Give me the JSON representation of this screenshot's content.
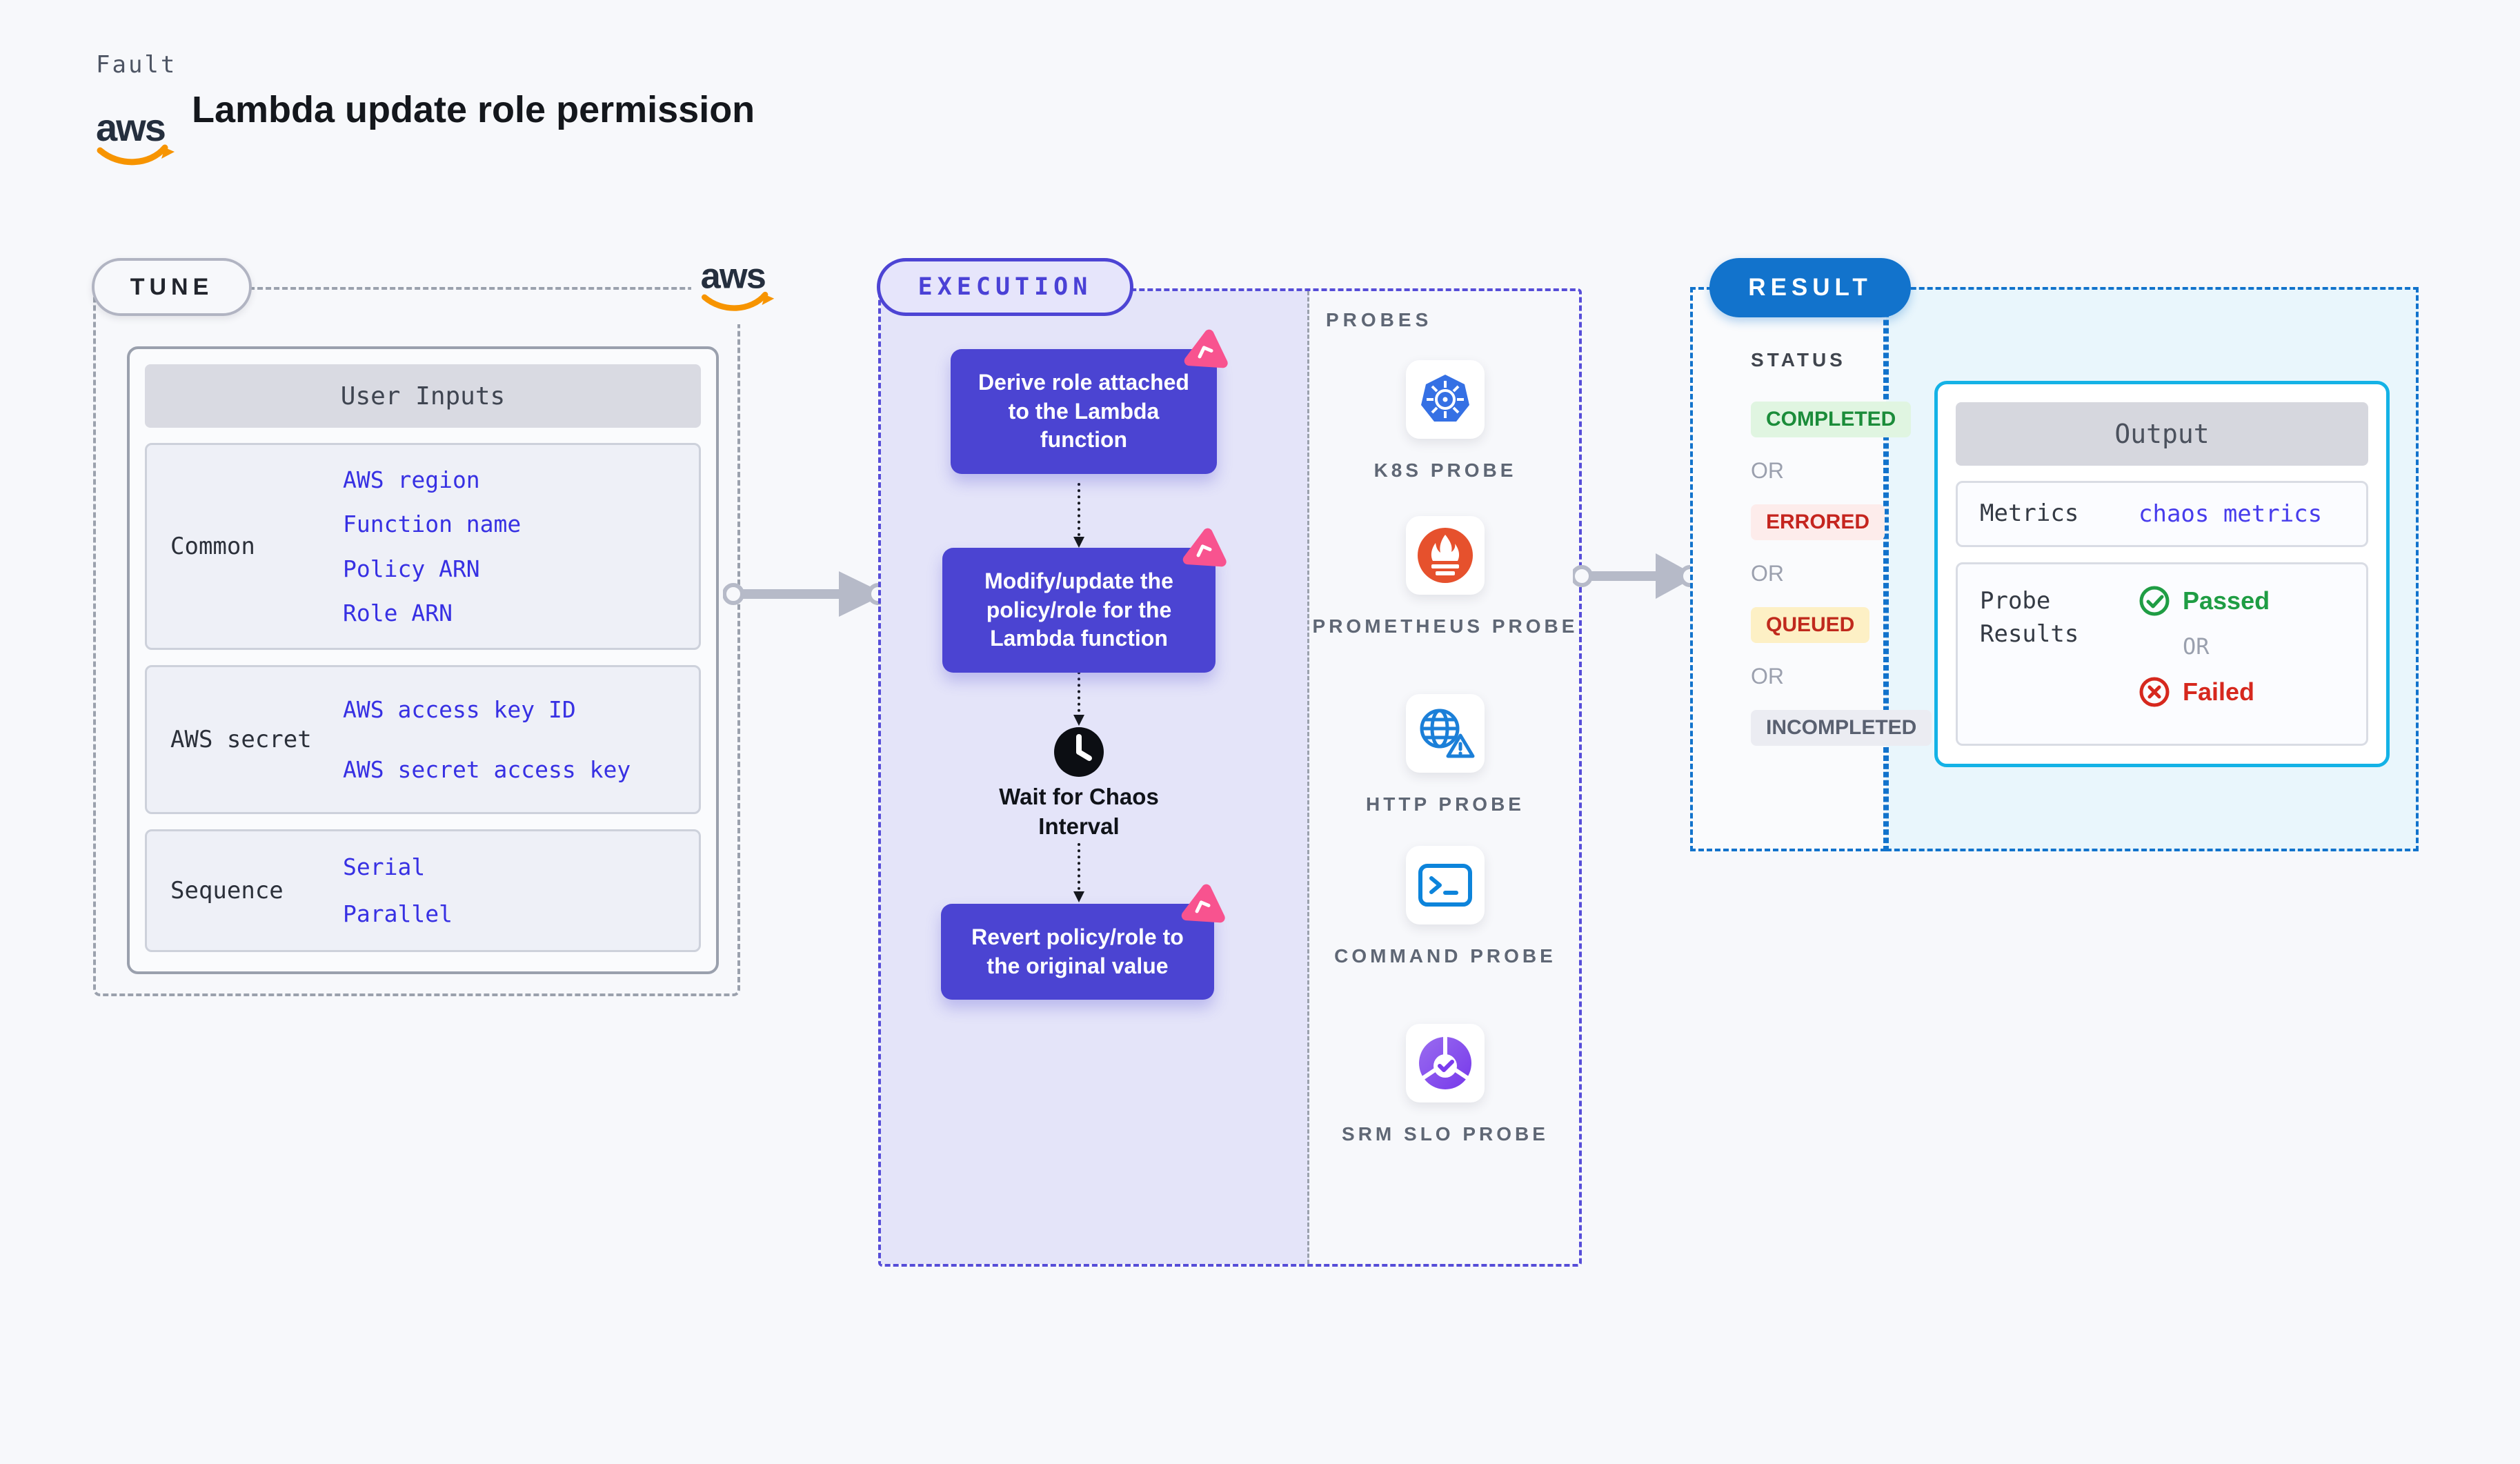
{
  "header": {
    "eyebrow": "Fault",
    "title": "Lambda update role permission",
    "aws_logo_text": "aws"
  },
  "tune": {
    "badge": "TUNE",
    "table": {
      "title": "User Inputs",
      "rows": [
        {
          "label": "Common",
          "links": [
            "AWS region",
            "Function name",
            "Policy ARN",
            "Role ARN"
          ]
        },
        {
          "label": "AWS secret",
          "links": [
            "AWS access key ID",
            "AWS secret access key"
          ]
        },
        {
          "label": "Sequence",
          "links": [
            "Serial",
            "Parallel"
          ]
        }
      ]
    }
  },
  "execution": {
    "badge": "EXECUTION",
    "steps": [
      "Derive role attached to the Lambda function",
      "Modify/update the policy/role for the Lambda function",
      "Revert policy/role to the original value"
    ],
    "wait_label": "Wait for Chaos Interval"
  },
  "probes": {
    "label": "PROBES",
    "items": [
      {
        "name": "K8S PROBE",
        "icon": "kubernetes-icon"
      },
      {
        "name": "PROMETHEUS PROBE",
        "icon": "prometheus-icon"
      },
      {
        "name": "HTTP PROBE",
        "icon": "http-globe-icon"
      },
      {
        "name": "COMMAND PROBE",
        "icon": "terminal-icon"
      },
      {
        "name": "SRM SLO PROBE",
        "icon": "srm-slo-icon"
      }
    ]
  },
  "result": {
    "badge": "RESULT",
    "status_label": "STATUS",
    "or_label": "OR",
    "statuses": [
      {
        "label": "COMPLETED",
        "bg": "#e0f5e1",
        "color": "#1b8c3a"
      },
      {
        "label": "ERRORED",
        "bg": "#fdeceb",
        "color": "#c5251f"
      },
      {
        "label": "QUEUED",
        "bg": "#fdf0c5",
        "color": "#c02a1d"
      },
      {
        "label": "INCOMPLETED",
        "bg": "#ebecf2",
        "color": "#596070"
      }
    ],
    "output": {
      "title": "Output",
      "metrics_label": "Metrics",
      "metrics_link": "chaos metrics",
      "probe_results_label": "Probe Results",
      "passed_label": "Passed",
      "or_label": "OR",
      "failed_label": "Failed"
    }
  },
  "colors": {
    "page_background": "#f7f8fb",
    "accent_indigo": "#4b44d2",
    "accent_pink": "#f8538f",
    "accent_blue": "#1273cc",
    "accent_cyan": "#14b2e6",
    "link_blue": "#3730e3",
    "passed_green": "#1f9d44",
    "failed_red": "#d6281e",
    "aws_orange": "#f79400",
    "k8s_blue": "#3570e4",
    "prometheus_orange": "#e6512d"
  }
}
